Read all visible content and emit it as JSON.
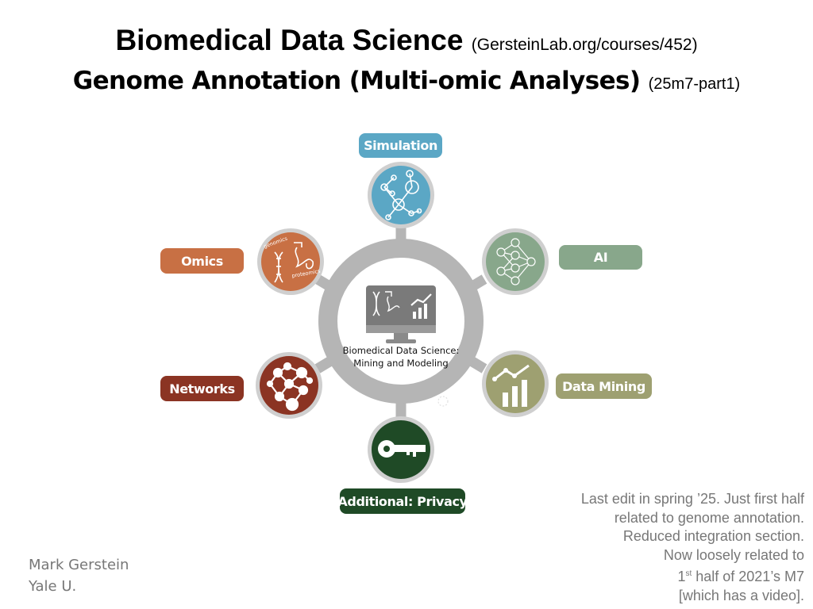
{
  "title": {
    "line1_main": "Biomedical Data Science",
    "line1_small": "(GersteinLab.org/courses/452)",
    "line2_main": "Genome Annotation (Multi-omic Analyses)",
    "line2_small": "(25m7-part1)"
  },
  "diagram": {
    "center_label_line1": "Biomedical Data Science:",
    "center_label_line2": "Mining and Modeling",
    "nodes": [
      {
        "id": "simulation",
        "label": "Simulation",
        "color": "#5ba7c5",
        "icon": "molecule-network-icon"
      },
      {
        "id": "ai",
        "label": "AI",
        "color": "#88a78b",
        "icon": "neural-network-icon"
      },
      {
        "id": "data-mining",
        "label": "Data Mining",
        "color": "#9ea071",
        "icon": "bar-chart-trend-icon"
      },
      {
        "id": "privacy",
        "label": "Additional: Privacy",
        "color": "#1f4a26",
        "icon": "key-icon"
      },
      {
        "id": "networks",
        "label": "Networks",
        "color": "#8b3423",
        "icon": "network-graph-icon"
      },
      {
        "id": "omics",
        "label": "Omics",
        "color": "#c87044",
        "icon": "dna-omics-icon"
      }
    ],
    "omics_icon_text": [
      "genomics",
      "proteomics"
    ]
  },
  "note": {
    "line1": "Last edit in spring ’25. Just first half",
    "line2": "related to genome annotation.",
    "line3": "Reduced integration section.",
    "line4": "Now loosely related to",
    "line5_sup": "st",
    "line5_pre": "1",
    "line5_post": " half of 2021’s M7",
    "line6": "[which has a video]."
  },
  "author": {
    "name": "Mark Gerstein",
    "affiliation": "Yale U."
  }
}
